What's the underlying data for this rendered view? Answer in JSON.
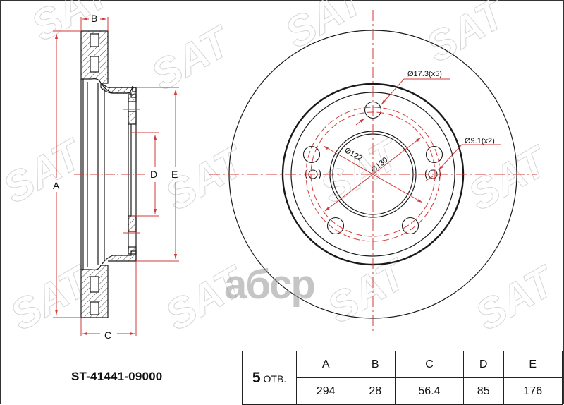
{
  "part_number": "ST-41441-09000",
  "watermark": "aбcp",
  "brand_watermark": "SAT",
  "colors": {
    "outline": "#1a1a1a",
    "dimension": "#d33a3a",
    "watermark_brand": "#c8c8c8",
    "watermark_site": "#9a9a9a"
  },
  "side_view": {
    "labels": {
      "A": "A",
      "B": "B",
      "C": "C",
      "D": "D",
      "E": "E"
    }
  },
  "front_view": {
    "callouts": {
      "bolt_holes": "Ø17.3(x5)",
      "aux_holes": "Ø9.1(x2)",
      "pcd_inner": "Ø122",
      "pcd_outer": "Ø130"
    }
  },
  "spec_table": {
    "holes_count": "5",
    "holes_label": "ОТВ.",
    "headers": [
      "A",
      "B",
      "C",
      "D",
      "E"
    ],
    "values": [
      "294",
      "28",
      "56.4",
      "85",
      "176"
    ]
  }
}
